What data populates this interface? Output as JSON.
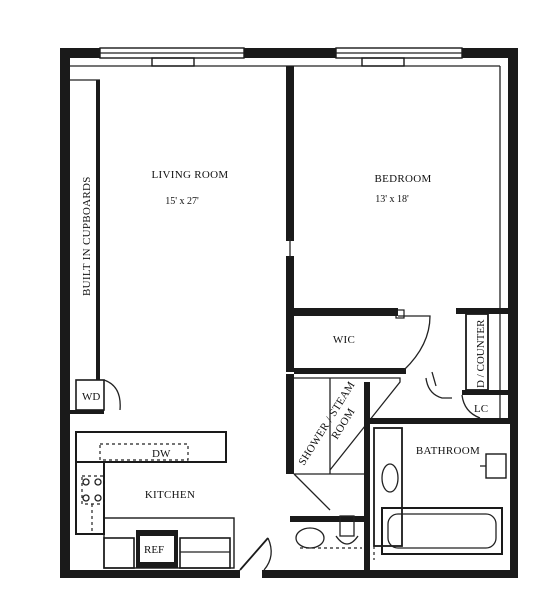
{
  "rooms": {
    "living_room": {
      "label": "LIVING ROOM",
      "dims": "15' x 27'"
    },
    "bedroom": {
      "label": "BEDROOM",
      "dims": "13' x 18'"
    },
    "wic": {
      "label": "WIC"
    },
    "shower_line1": "SHOWER / STEAM",
    "shower_line2": "ROOM",
    "bathroom": {
      "label": "BATHROOM"
    },
    "kitchen": {
      "label": "KITCHEN"
    }
  },
  "fixtures": {
    "built_in": "BUILT IN CUPBOARDS",
    "wd": "WD",
    "dw": "DW",
    "ref": "REF",
    "d_counter": "D / COUNTER",
    "lc": "LC"
  }
}
